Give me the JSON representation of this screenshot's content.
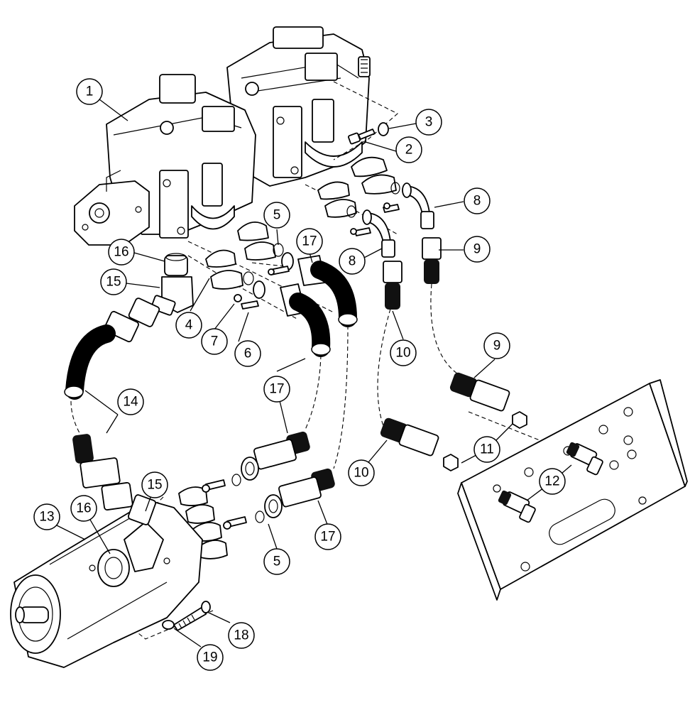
{
  "callouts": [
    {
      "id": "c1",
      "label": "1"
    },
    {
      "id": "c2",
      "label": "2"
    },
    {
      "id": "c3",
      "label": "3"
    },
    {
      "id": "c4",
      "label": "4"
    },
    {
      "id": "c5a",
      "label": "5"
    },
    {
      "id": "c5b",
      "label": "5"
    },
    {
      "id": "c6",
      "label": "6"
    },
    {
      "id": "c7",
      "label": "7"
    },
    {
      "id": "c8a",
      "label": "8"
    },
    {
      "id": "c8b",
      "label": "8"
    },
    {
      "id": "c9a",
      "label": "9"
    },
    {
      "id": "c9b",
      "label": "9"
    },
    {
      "id": "c10a",
      "label": "10"
    },
    {
      "id": "c10b",
      "label": "10"
    },
    {
      "id": "c11",
      "label": "11"
    },
    {
      "id": "c12",
      "label": "12"
    },
    {
      "id": "c13",
      "label": "13"
    },
    {
      "id": "c14",
      "label": "14"
    },
    {
      "id": "c15a",
      "label": "15"
    },
    {
      "id": "c15b",
      "label": "15"
    },
    {
      "id": "c16a",
      "label": "16"
    },
    {
      "id": "c16b",
      "label": "16"
    },
    {
      "id": "c17a",
      "label": "17"
    },
    {
      "id": "c17b",
      "label": "17"
    },
    {
      "id": "c17c",
      "label": "17"
    },
    {
      "id": "c18",
      "label": "18"
    },
    {
      "id": "c19",
      "label": "19"
    }
  ],
  "colors": {
    "line": "#000000",
    "background": "#ffffff",
    "hose": "#111111"
  }
}
